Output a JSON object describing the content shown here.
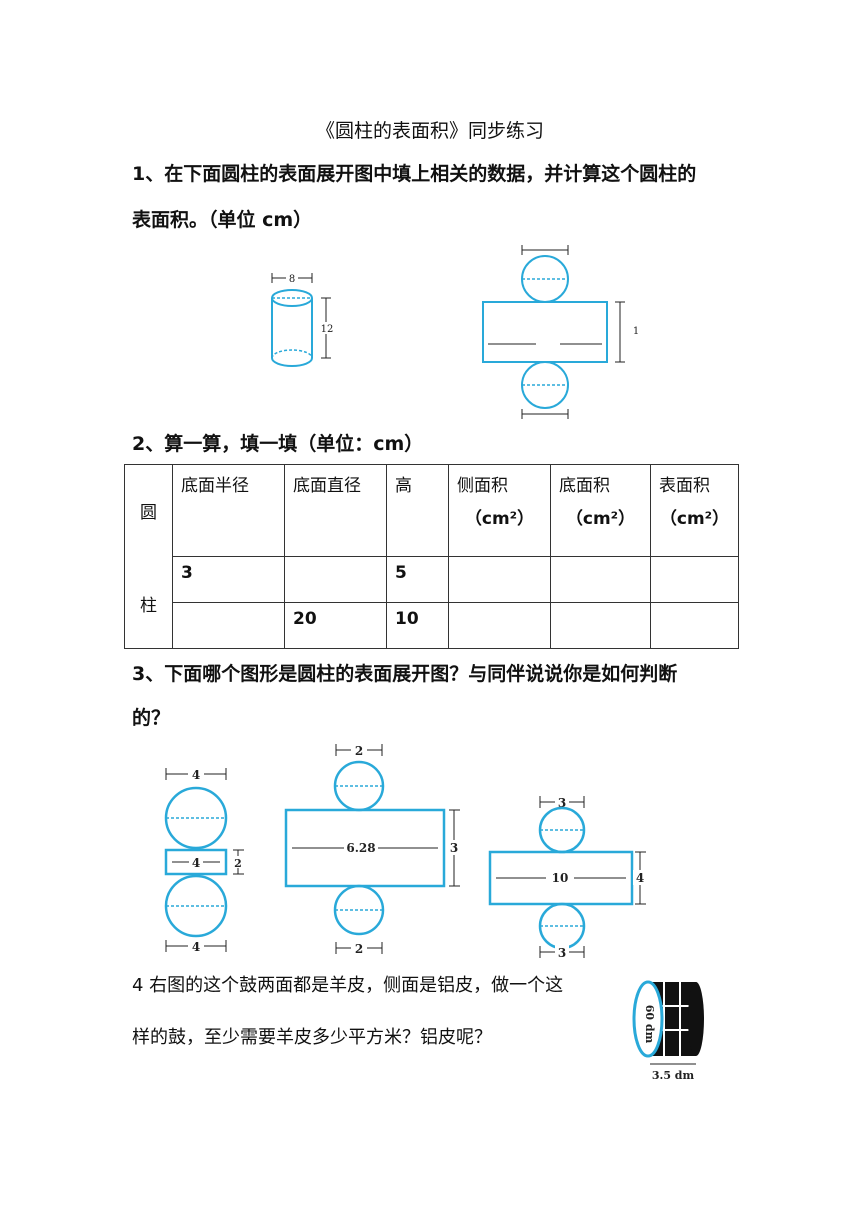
{
  "title": "《圆柱的表面积》同步练习",
  "q1": {
    "line1": "1、在下面圆柱的表面展开图中填上相关的数据，并计算这个圆柱的",
    "line2": "表面积。（单位 cm）",
    "cyl_diameter": "8",
    "cyl_height": "12",
    "net_side_label": "1"
  },
  "q2": {
    "heading": "2、算一算，填一填（单位：cm）",
    "row_label_top": "圆",
    "row_label_bottom": "柱",
    "headers": [
      "底面半径",
      "底面直径",
      "高",
      "侧面积",
      "底面积",
      "表面积"
    ],
    "unit": "（cm²）",
    "rows": [
      [
        "3",
        "",
        "5",
        "",
        "",
        ""
      ],
      [
        "",
        "20",
        "10",
        "",
        "",
        ""
      ]
    ]
  },
  "q3": {
    "line1": "3、下面哪个图形是圆柱的表面展开图？与同伴说说你是如何判断",
    "line2": "的？",
    "fig_a": {
      "top": "4",
      "mid": "4",
      "side": "2",
      "bottom": "4"
    },
    "fig_b": {
      "top": "2",
      "width": "6.28",
      "height": "3",
      "bottom": "2"
    },
    "fig_c": {
      "top": "3",
      "width": "10",
      "height": "4",
      "bottom": "3"
    }
  },
  "q4": {
    "line1": "4 右图的这个鼓两面都是羊皮，侧面是铝皮，做一个这",
    "line2": "样的鼓，至少需要羊皮多少平方米？铝皮呢？",
    "drum_diameter": "60 dm",
    "drum_width": "3.5 dm"
  },
  "colors": {
    "figure_blue": "#29a9d9",
    "ink": "#111111"
  }
}
